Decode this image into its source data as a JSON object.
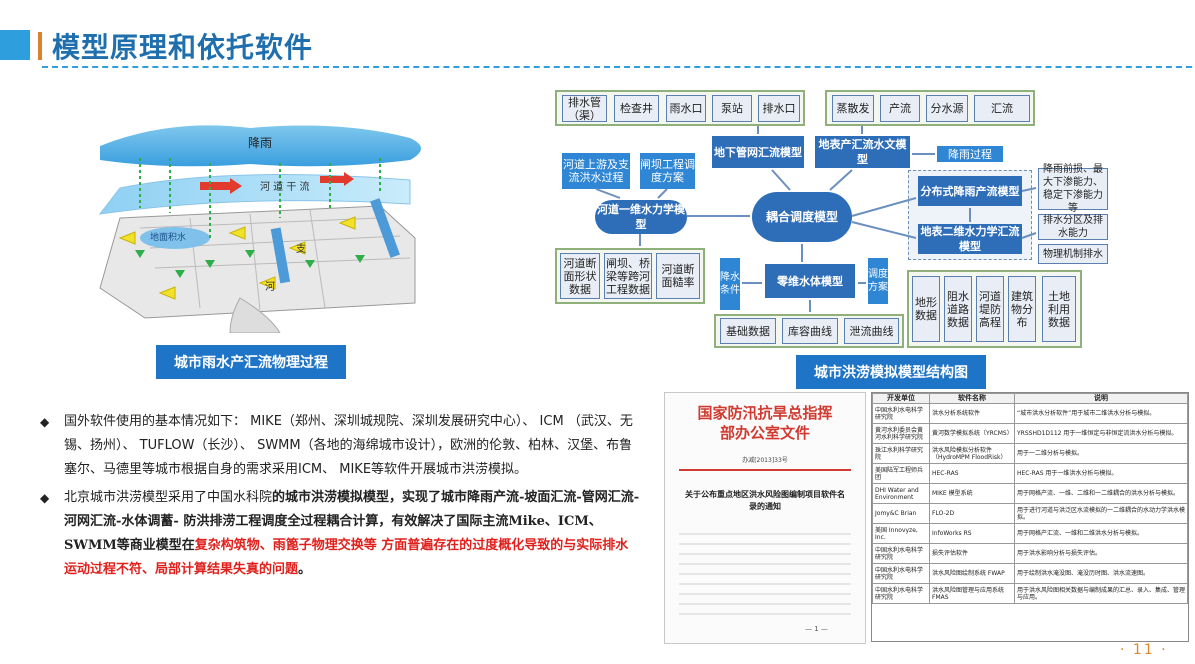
{
  "page": {
    "title": "模型原理和依托软件",
    "page_number": "11"
  },
  "left_figure": {
    "rain_label": "降雨",
    "river_label": "河 道 干 流",
    "surface_water_label": "地面积水",
    "branch_label": "支",
    "river_short": "河",
    "caption": "城市雨水产汇流物理过程"
  },
  "structure": {
    "caption": "城市洪涝模拟模型结构图",
    "top_left_items": [
      "排水管（渠）",
      "检查井",
      "雨水口",
      "泵站",
      "排水口"
    ],
    "top_right_items": [
      "蒸散发",
      "产流",
      "分水源",
      "汇流"
    ],
    "underground": "地下管网汇流模型",
    "surface_hydro": "地表产汇流水文模型",
    "rain_process": "降雨过程",
    "upstream_flood": "河道上游及支流洪水过程",
    "sluice_schedule": "闸坝工程调度方案",
    "river_1d": "河道一维水力学模型",
    "coupling": "耦合调度模型",
    "distributed_runoff": "分布式降雨产流模型",
    "runoff_notes": "降雨前损、最大下渗能力、稳定下渗能力等",
    "surface_2d": "地表二维水力学汇流模型",
    "split_notes": "排水分区及排水能力",
    "phys_notes": "物理机制排水",
    "river_data": [
      "河道断面形状数据",
      "闸坝、桥梁等跨河工程数据",
      "河道断面糙率"
    ],
    "drain_cond": "降水条件",
    "zero_dim": "零维水体模型",
    "schedule_plan": "调度方案",
    "bottom_items": [
      "基础数据",
      "库容曲线",
      "泄流曲线"
    ],
    "right_items": [
      "地形数据",
      "阻水道路数据",
      "河道堤防高程",
      "建筑物分布",
      "土地利用数据"
    ]
  },
  "bullets": [
    {
      "text": "国外软件使用的基本情况如下： MIKE（郑州、深圳城规院、深圳发展研究中心）、 ICM （武汉、无锡、扬州）、 TUFLOW（长沙）、 SWMM（各地的海绵城市设计），欧洲的伦敦、柏林、汉堡、布鲁塞尔、马德里等城市根据自身的需求采用ICM、 MIKE等软件开展城市洪涝模拟。"
    },
    {
      "plain": "北京城市洪涝模型采用了中国水科院",
      "bold": "的城市洪涝模拟模型，实现了城市降雨产流-坡面汇流-管网汇流-河网汇流-水体调蓄- 防洪排涝工程调度全过程耦合计算，有效解决了国际主流Mike、ICM、SWMM等商业模型在",
      "red": "复杂构筑物、雨篦子物理交换等 方面普遍存在的过度概化导致的与实际排水运动过程不符、局部计算结果失真的问题",
      "end": "。"
    }
  ],
  "doc_image": {
    "title": "国家防汛抗旱总指挥部办公室文件",
    "number": "办减[2013]33号",
    "subject": "关于公布重点地区洪水风险图编制项目软件名录的通知",
    "footer": "— 1 —"
  },
  "software_table": {
    "headers": [
      "开发单位",
      "软件名称",
      "说明"
    ],
    "rows": [
      [
        "中国水利水电科学研究院",
        "洪水分析系统软件",
        "“城市洪水分析软件”用于城市二维洪水分析与模拟。"
      ],
      [
        "黄河水利委员会黄河水利科学研究院",
        "黄河数学模拟系统（YRCMS）",
        "YRSSHD1D112 用于一维恒定与非恒定流洪水分析与模拟。"
      ],
      [
        "珠江水利科学研究院",
        "洪水风险模拟分析软件（HydroMPM FloodRisk）",
        "用于一二维分析与模拟。"
      ],
      [
        "美国陆军工程师兵团",
        "HEC-RAS",
        "HEC-RAS 用于一维洪水分析与模拟。"
      ],
      [
        "DHI Water and Environment",
        "MIKE 模型系统",
        "用于网格产流、一维、二维和一二维耦合的洪水分析与模拟。"
      ],
      [
        "Jomy&C Brian",
        "FLO-2D",
        "用于进行河道与洪泛区水流模拟的一二维耦合的水动力学洪水模拟。"
      ],
      [
        "美国 Innovyze, Inc.",
        "InfoWorks RS",
        "用于网格产汇流、一维和二维洪水分析与模拟。"
      ],
      [
        "中国水利水电科学研究院",
        "损失评估软件",
        "用于洪水影响分析与损失评估。"
      ],
      [
        "中国水利水电科学研究院",
        "洪水风险图绘制系统 FWAP",
        "用于绘制洪水淹没图、淹没历时图、洪水流速图。"
      ],
      [
        "中国水利水电科学研究院",
        "洪水风险图管理与应用系统 FMAS",
        "用于洪水风险图相关数据与编制成果的汇总、录入、集成、管理与应用。"
      ]
    ]
  }
}
